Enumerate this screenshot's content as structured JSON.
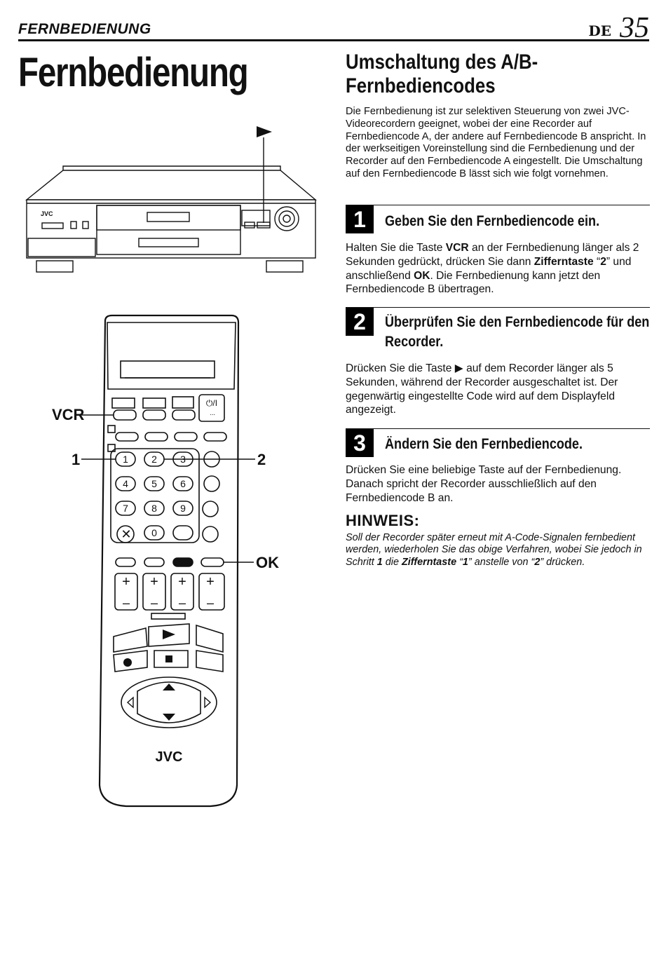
{
  "header": {
    "section": "FERNBEDIENUNG",
    "lang": "DE",
    "page_number": "35"
  },
  "title": "Fernbedienung",
  "subtitle": "Umschaltung des A/B-Fernbediencodes",
  "intro": "Die Fernbedienung ist zur selektiven Steuerung von zwei JVC-Videorecordern geeignet, wobei der eine Recorder auf Fernbediencode A, der andere auf Fernbediencode B anspricht. In der werkseitigen Voreinstellung sind die Fernbedienung und der Recorder auf den Fernbediencode A eingestellt. Die Umschaltung auf den Fernbediencode B lässt sich wie folgt vornehmen.",
  "steps": [
    {
      "num": "1",
      "title": "Geben Sie den Fernbediencode ein.",
      "body_a": "Halten Sie die Taste ",
      "body_b": "VCR",
      "body_c": " an der Fernbedienung länger als 2 Sekunden gedrückt, drücken Sie dann ",
      "body_d": "Zifferntaste",
      "body_e": " “",
      "body_f": "2",
      "body_g": "” und anschließend ",
      "body_h": "OK",
      "body_i": ". Die Fernbedienung kann jetzt den Fernbediencode B übertragen."
    },
    {
      "num": "2",
      "title": "Überprüfen Sie den Fernbediencode für den Recorder.",
      "body_a": "Drücken Sie die Taste ",
      "body_b": "▶",
      "body_c": " auf dem Recorder länger als 5 Sekunden, während der Recorder ausgeschaltet ist. Der gegenwärtig eingestellte Code wird auf dem Displayfeld angezeigt."
    },
    {
      "num": "3",
      "title": "Ändern Sie den Fernbediencode.",
      "body": "Drücken Sie eine beliebige Taste auf der Fernbedienung. Danach spricht der Recorder ausschließlich auf den Fernbediencode B an."
    }
  ],
  "note": {
    "title": "HINWEIS:",
    "body_a": "Soll der Recorder später erneut mit A-Code-Signalen fernbedient werden, wiederholen Sie das obige Verfahren, wobei Sie jedoch in Schritt ",
    "body_b": "1",
    "body_c": " die ",
    "body_d": "Zifferntaste",
    "body_e": " “",
    "body_f": "1",
    "body_g": "” anstelle von “",
    "body_h": "2",
    "body_i": "” drücken."
  },
  "illustration": {
    "callouts": {
      "vcr": "VCR",
      "one": "1",
      "two": "2",
      "ok": "OK",
      "play_arrow": "▶"
    },
    "brand": "JVC",
    "keypad": [
      "1",
      "2",
      "3",
      "4",
      "5",
      "6",
      "7",
      "8",
      "9",
      "0"
    ]
  }
}
